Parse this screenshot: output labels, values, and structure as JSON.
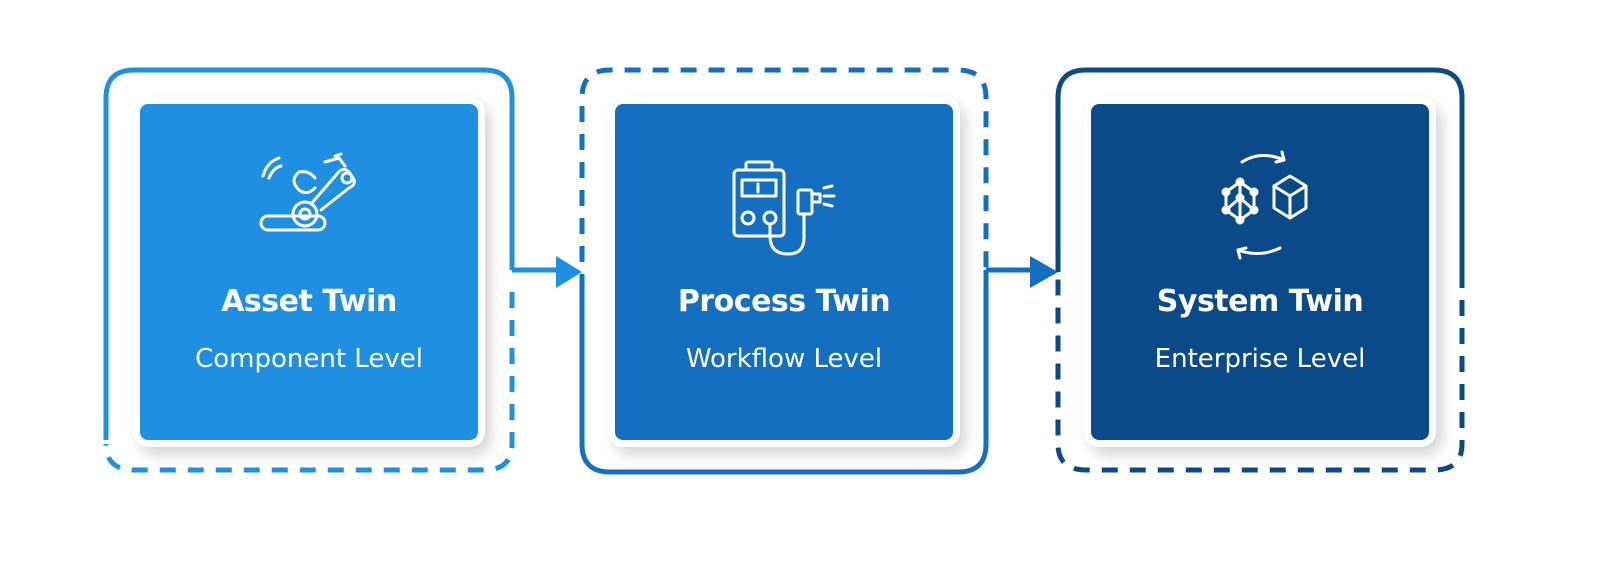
{
  "stages": [
    {
      "title": "Asset Twin",
      "subtitle": "Component Level",
      "icon": "robotic-arm-icon",
      "color": "#1e8fe1",
      "frame_color": "#1e8fe1"
    },
    {
      "title": "Process Twin",
      "subtitle": "Workflow Level",
      "icon": "sensor-device-icon",
      "color": "#146fc0",
      "frame_color": "#146fc0"
    },
    {
      "title": "System Twin",
      "subtitle": "Enterprise Level",
      "icon": "network-cycle-icon",
      "color": "#0b4a88",
      "frame_color": "#0b4a88"
    }
  ],
  "connectors": [
    {
      "from": "Asset Twin",
      "to": "Process Twin",
      "icon": "arrow-right-icon",
      "color": "#1e8fe1"
    },
    {
      "from": "Process Twin",
      "to": "System Twin",
      "icon": "arrow-right-icon",
      "color": "#146fc0"
    }
  ]
}
